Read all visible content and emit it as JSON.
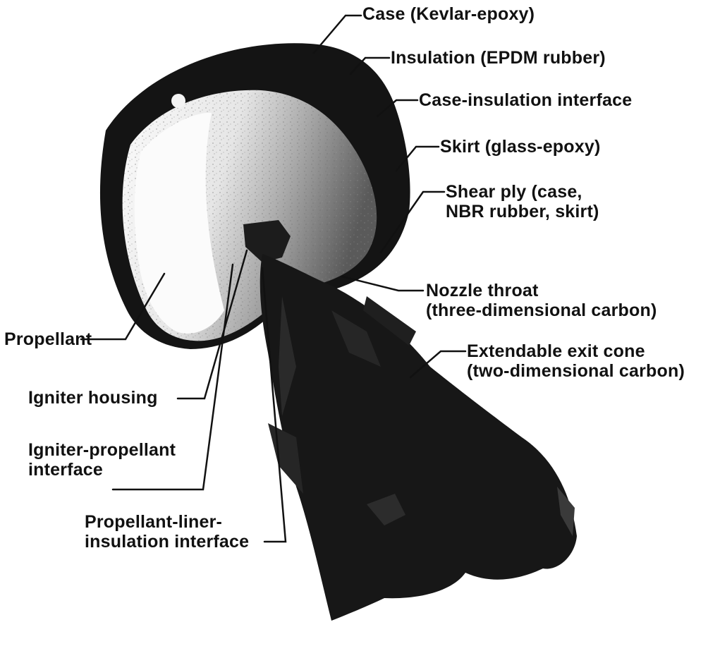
{
  "labels": {
    "case": "Case (Kevlar-epoxy)",
    "insulation": "Insulation (EPDM rubber)",
    "case_insulation_interface": "Case-insulation interface",
    "skirt": "Skirt (glass-epoxy)",
    "shear_ply_line1": "Shear ply (case,",
    "shear_ply_line2": "NBR rubber, skirt)",
    "nozzle_throat_line1": "Nozzle throat",
    "nozzle_throat_line2": "(three-dimensional carbon)",
    "exit_cone_line1": "Extendable exit cone",
    "exit_cone_line2": "(two-dimensional carbon)",
    "propellant": "Propellant",
    "igniter_housing": "Igniter housing",
    "igniter_propellant_line1": "Igniter-propellant",
    "igniter_propellant_line2": "interface",
    "propellant_liner_line1": "Propellant-liner-",
    "propellant_liner_line2": "insulation interface"
  },
  "colors": {
    "background": "#ffffff",
    "ink": "#111111",
    "case_shell": "#141414",
    "propellant_face": "#f1f1f1",
    "nozzle": "#171717"
  }
}
